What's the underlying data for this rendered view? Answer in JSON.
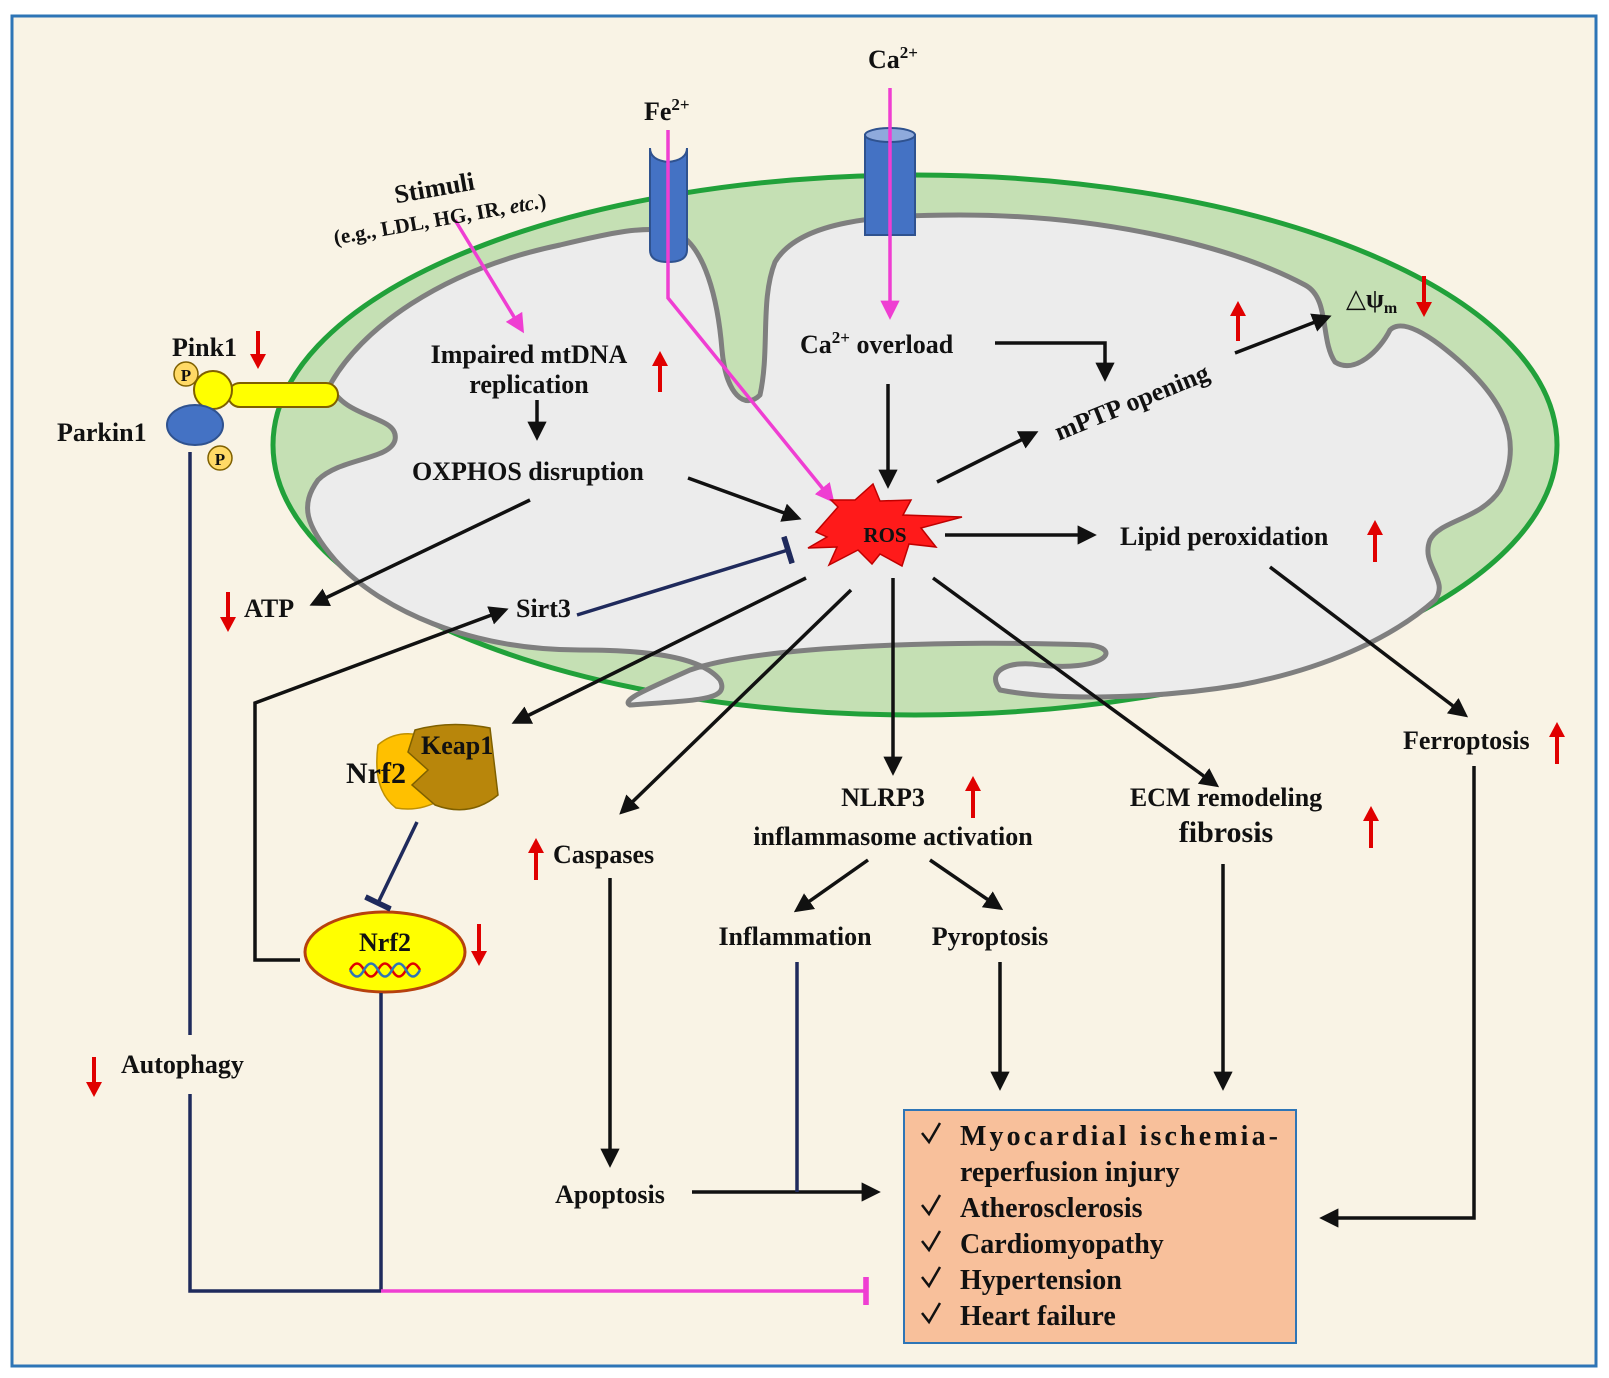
{
  "colors": {
    "background": "#f9f3e5",
    "frame": "#2e75b6",
    "mito_outer": "#c5e0b4",
    "mito_outer_stroke": "#21a13a",
    "matrix": "#ececec",
    "cristae_stroke": "#7f7f7f",
    "channel": "#4472c4",
    "pink_arrow": "#ef3ed2",
    "black_arrow": "#111111",
    "inhibit_line": "#1f2a5c",
    "red_arrow": "#e00000",
    "ros_burst": "#ff1a1a",
    "nrf2_ellipse": "#ffff00",
    "keap1": "#b8860b",
    "nrf2_piece": "#ffc000",
    "disease_box": "#f8c09b",
    "disease_box_stroke": "#2e75b6"
  },
  "icons": {
    "up": "red-up-arrow-icon",
    "down": "red-down-arrow-icon",
    "check": "checkmark-icon",
    "phospho": "phosphate-icon",
    "dna": "dna-icon",
    "ros": "ros-burst-icon"
  },
  "labels": {
    "ca_ion": "Ca",
    "ca_sup": "2+",
    "fe_ion": "Fe",
    "fe_sup": "2+",
    "stimuli": "Stimuli",
    "stimuli_sub": "(e.g., LDL, HG, IR, ",
    "stimuli_etc": "etc.",
    "stimuli_close": ")",
    "pink1": "Pink1",
    "parkin1": "Parkin1",
    "phospho": "P",
    "impaired_line1": "Impaired mtDNA",
    "impaired_line2": "replication",
    "ca_overload_ion": "Ca",
    "ca_overload_sup": "2+",
    "ca_overload_rest": " overload",
    "mptp": "mPTP opening",
    "delta_psi": "△ψ",
    "delta_psi_sub": "m",
    "oxphos": "OXPHOS disruption",
    "ros": "ROS",
    "lipid": "Lipid peroxidation",
    "atp": "ATP",
    "sirt3": "Sirt3",
    "keap1": "Keap1",
    "nrf2_complex": "Nrf2",
    "nrf2": "Nrf2",
    "ferroptosis": "Ferroptosis",
    "nlrp3_line1": "NLRP3",
    "nlrp3_line2": "inflammasome activation",
    "ecm_line1": "ECM remodeling",
    "ecm_line2": "fibrosis",
    "caspases": "Caspases",
    "inflammation": "Inflammation",
    "pyroptosis": "Pyroptosis",
    "autophagy": "Autophagy",
    "apoptosis": "Apoptosis"
  },
  "diseases": [
    "Myocardial ischemia-",
    "reperfusion injury",
    "Atherosclerosis",
    "Cardiomyopathy",
    "Hypertension",
    "Heart failure"
  ]
}
